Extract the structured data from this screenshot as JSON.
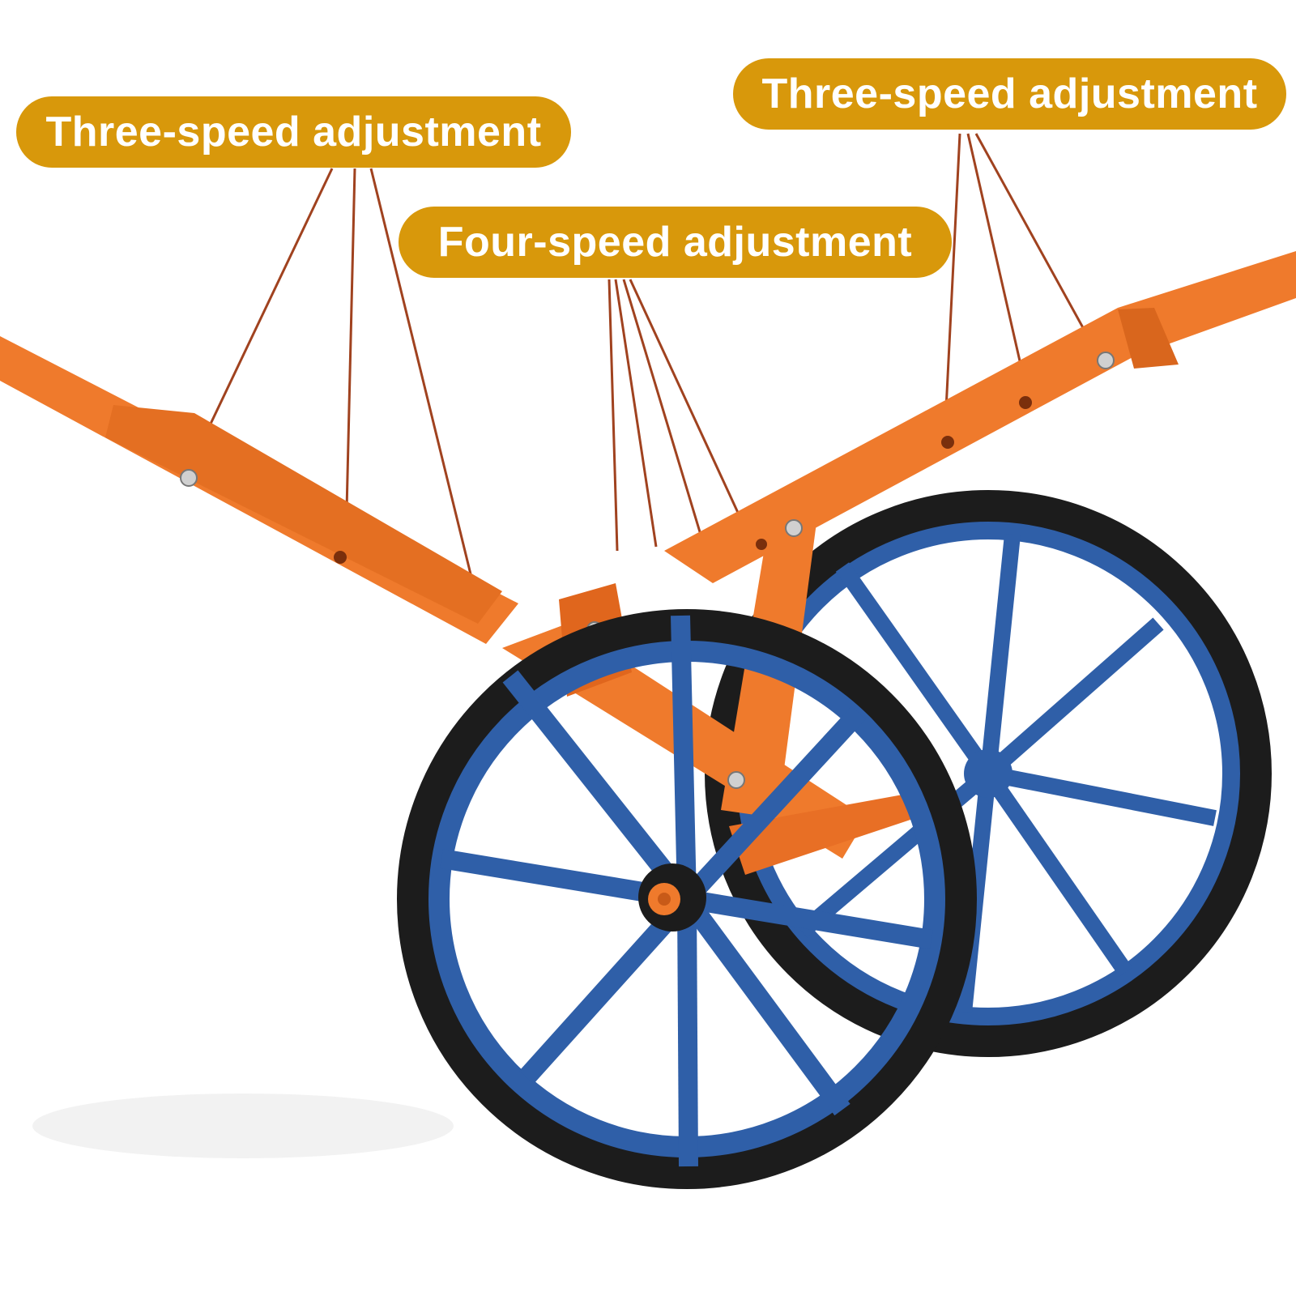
{
  "labels": {
    "left": "Three-speed adjustment",
    "right": "Three-speed adjustment",
    "middle": "Four-speed adjustment"
  },
  "colors": {
    "label_bg": "#d8980b",
    "label_text": "#ffffff",
    "frame": "#ef7a2c",
    "frame_dark": "#c85a18",
    "wheel_rim": "#2f5fa8",
    "tire": "#1c1c1c",
    "leader_line": "#a0421f"
  }
}
